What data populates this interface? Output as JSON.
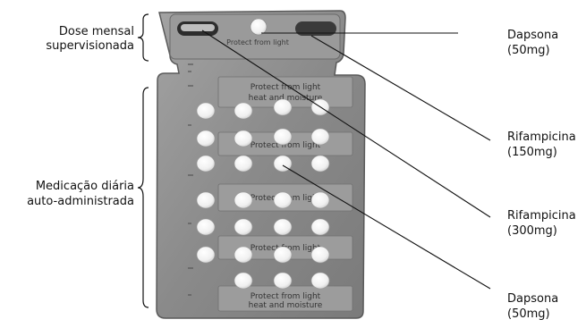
{
  "labels": {
    "monthly_dose": [
      "Dose mensal",
      "supervisionada"
    ],
    "daily_medication": [
      "Medicação diária",
      "auto-administrada"
    ],
    "dapsone_top": [
      "Dapsona",
      "(50mg)"
    ],
    "rifampicin_150": [
      "Rifampicina",
      "(150mg)"
    ],
    "rifampicin_300": [
      "Rifampicina",
      "(300mg)"
    ],
    "dapsone_bottom": [
      "Dapsona",
      "(50mg)"
    ]
  },
  "pack": {
    "top_strip_text": "Protect from light",
    "section_text": [
      "Protect from light",
      "heat and moisture"
    ]
  },
  "colors": {
    "pack_fill": "#8e8e8e",
    "pack_edge": "#5a5a5a",
    "pill": "#f4f4f4",
    "leader": "#111111"
  }
}
